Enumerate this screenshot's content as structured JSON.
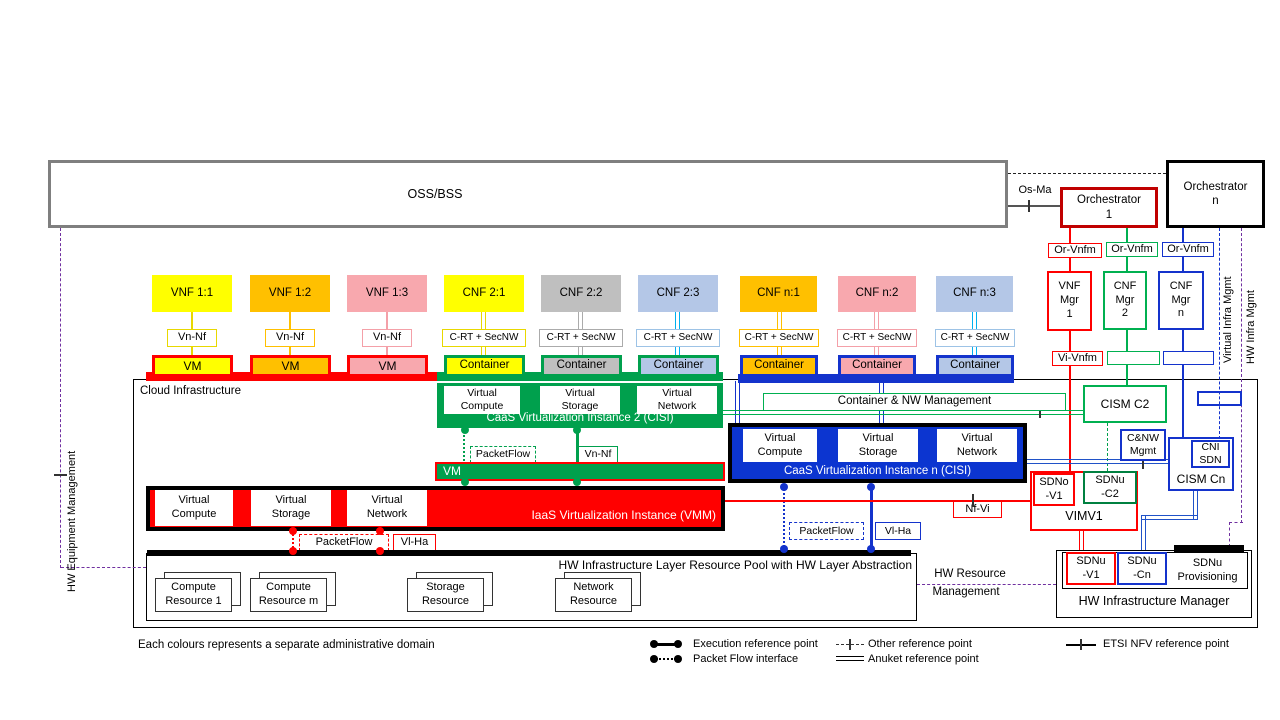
{
  "colors": {
    "yellow": "#FFFF00",
    "orange": "#FFC000",
    "pink": "#F8A8AE",
    "gray": "#BFBFBF",
    "light_blue": "#B4C7E7",
    "cyan": "#00B0F0",
    "red": "#FF0000",
    "dark_red": "#C00000",
    "green": "#00A04D",
    "green_line": "#00B050",
    "blue": "#1433CC",
    "blue_line": "#2052C8",
    "purple": "#7030A0",
    "oss_border": "#7F7F7F"
  },
  "top": {
    "oss": "OSS/BSS",
    "os_ma": "Os-Ma",
    "orch1": "Orchestrator\n1",
    "orchn": "Orchestrator\nn"
  },
  "nf": {
    "cols": [
      {
        "top": "VNF 1:1",
        "mid": "Vn-Nf",
        "bot": "VM"
      },
      {
        "top": "VNF 1:2",
        "mid": "Vn-Nf",
        "bot": "VM"
      },
      {
        "top": "VNF 1:3",
        "mid": "Vn-Nf",
        "bot": "VM"
      },
      {
        "top": "CNF 2:1",
        "mid": "C-RT + SecNW",
        "bot": "Container"
      },
      {
        "top": "CNF 2:2",
        "mid": "C-RT + SecNW",
        "bot": "Container"
      },
      {
        "top": "CNF 2:3",
        "mid": "C-RT + SecNW",
        "bot": "Container"
      },
      {
        "top": "CNF n:1",
        "mid": "C-RT + SecNW",
        "bot": "Container"
      },
      {
        "top": "CNF n:2",
        "mid": "C-RT + SecNW",
        "bot": "Container"
      },
      {
        "top": "CNF n:3",
        "mid": "C-RT + SecNW",
        "bot": "Container"
      }
    ]
  },
  "mgr": {
    "or_vnfm": "Or-Vnfm",
    "vnf1": "VNF\nMgr\n1",
    "cnf2": "CNF\nMgr\n2",
    "cnfn": "CNF\nMgr\nn",
    "vi_vnfm": "Vi-Vnfm"
  },
  "vert": {
    "hw_equip": "HW Equipment Management",
    "virt_infra": "Virtual Infra Mgmt",
    "hw_infra": "HW Infra Mgmt"
  },
  "cloud": {
    "title": "Cloud  Infrastructure",
    "vbox": {
      "vc": "Virtual\nCompute",
      "vs": "Virtual\nStorage",
      "vn": "Virtual\nNetwork"
    },
    "caas2_title": "CaaS Virtualization Instance 2 (CISI)",
    "caasn_title": "CaaS Virtualization Instance n (CISI)",
    "iaas_title": "IaaS Virtualization Instance (VMM)",
    "vm_bar": "VM",
    "packetflow": "PacketFlow",
    "vn_nf": "Vn-Nf",
    "vl_ha": "Vl-Ha"
  },
  "pool": {
    "title": "HW Infrastructure Layer Resource Pool with HW Layer Abstraction",
    "r": [
      "Compute\nResource 1",
      "Compute\nResource m",
      "Storage\nResource",
      "Network\nResource"
    ]
  },
  "right": {
    "cnw_label": "Container & NW  Management",
    "cism_c2": "CISM C2",
    "cnw_mgmt": "C&NW\nMgmt",
    "cni_sdn": "CNI\nSDN",
    "cism_cn": "CISM Cn",
    "sdno_v1": "SDNo\n-V1",
    "sdnu_c2": "SDNu\n-C2",
    "vim": "VIMV1",
    "nf_vi": "Nf-Vi",
    "hw_res1": "HW Resource",
    "hw_res2": "Management",
    "sdnu_v1": "SDNu\n-V1",
    "sdnu_cn": "SDNu\n-Cn",
    "sdnu_prov": "SDNu\nProvisioning",
    "hwim": "HW Infrastructure Manager"
  },
  "legend": {
    "execution": "Execution reference point",
    "packet": "Packet Flow interface",
    "other": "Other reference point",
    "anuket": "Anuket reference point",
    "etsi": "ETSI NFV reference point"
  },
  "note": "Each colours represents a separate administrative domain"
}
